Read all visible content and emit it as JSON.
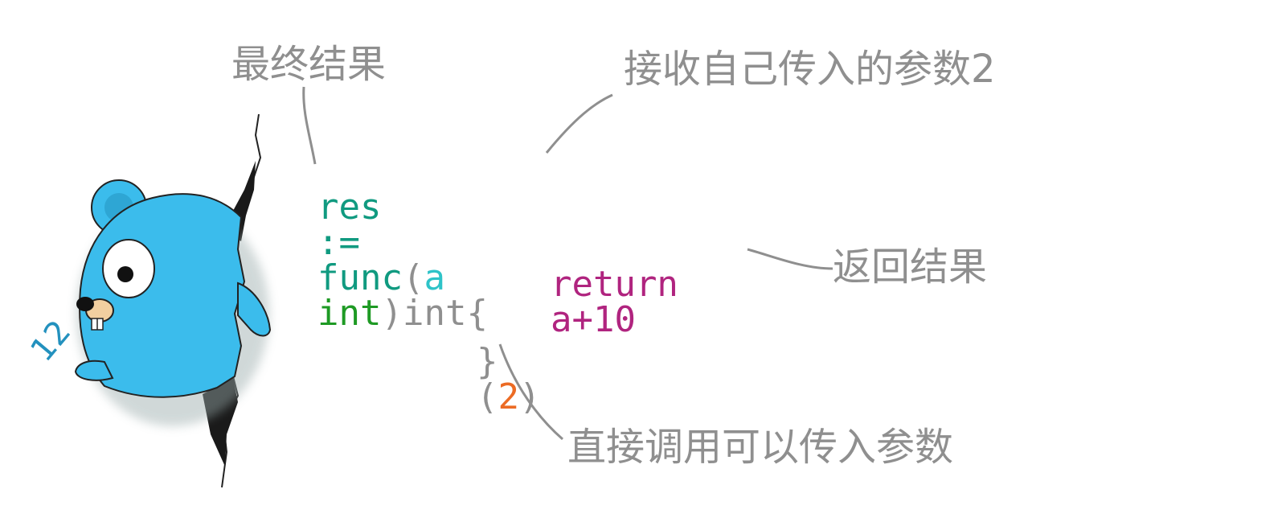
{
  "annotations": {
    "final_result": "最终结果",
    "receive_param": "接收自己传入的参数2",
    "return_result": "返回结果",
    "direct_call": "直接调用可以传入参数"
  },
  "code": {
    "line1": {
      "res": "res",
      "assign": ":=",
      "func_kw": "func",
      "open_paren": "(",
      "param_name": "a",
      "param_type": "int",
      "close_paren": ")",
      "return_type": "int",
      "open_brace": "{"
    },
    "line2": {
      "return_kw": "return",
      "expr": "a+10"
    },
    "line3": {
      "close_brace": "}",
      "open_paren": "(",
      "arg": "2",
      "close_paren": ")"
    }
  },
  "doodle_text": "12",
  "colors": {
    "identifier": "#109a80",
    "param": "#2ec3c8",
    "type": "#1e9a24",
    "punct": "#8f8f8f",
    "return_stmt": "#b0247f",
    "arg": "#ec6b24",
    "annotation": "#8f8f8f",
    "gopher": "#3bbcec",
    "doodle": "#2391be"
  }
}
